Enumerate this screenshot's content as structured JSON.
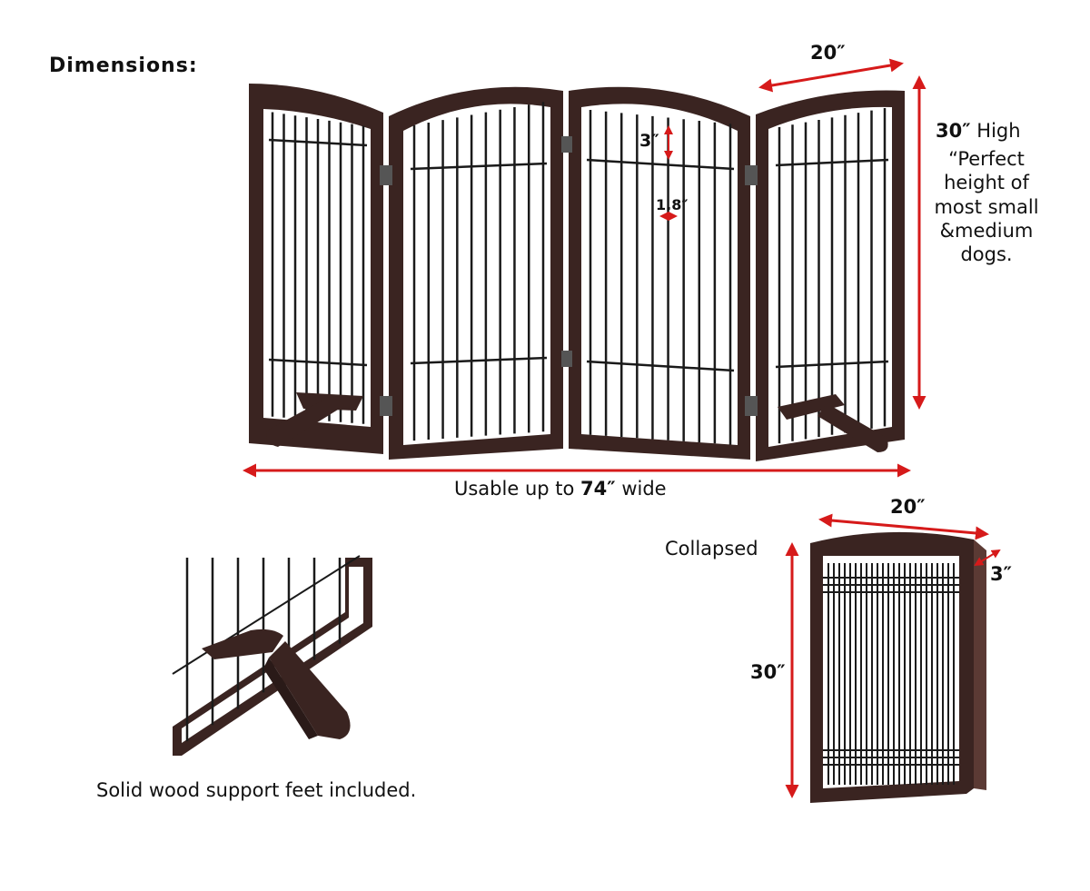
{
  "heading": "Dimensions:",
  "dims": {
    "panel_width": "20″",
    "bar_gap": "3″",
    "bar_spacing": "1.8″",
    "height_value": "30″",
    "height_word": "High",
    "height_note": [
      "“Perfect",
      "height of",
      "most small",
      "&medium",
      "dogs."
    ],
    "usable_prefix": "Usable up to",
    "usable_value": "74″",
    "usable_suffix": "wide"
  },
  "collapsed": {
    "label": "Collapsed",
    "width": "20″",
    "depth": "3″",
    "height": "30″"
  },
  "feet_caption": "Solid wood support feet included.",
  "colors": {
    "wood": "#3a2421",
    "wood_light": "#5b3a34",
    "arrow": "#d61a1a",
    "bars": "#1a1a1a"
  }
}
